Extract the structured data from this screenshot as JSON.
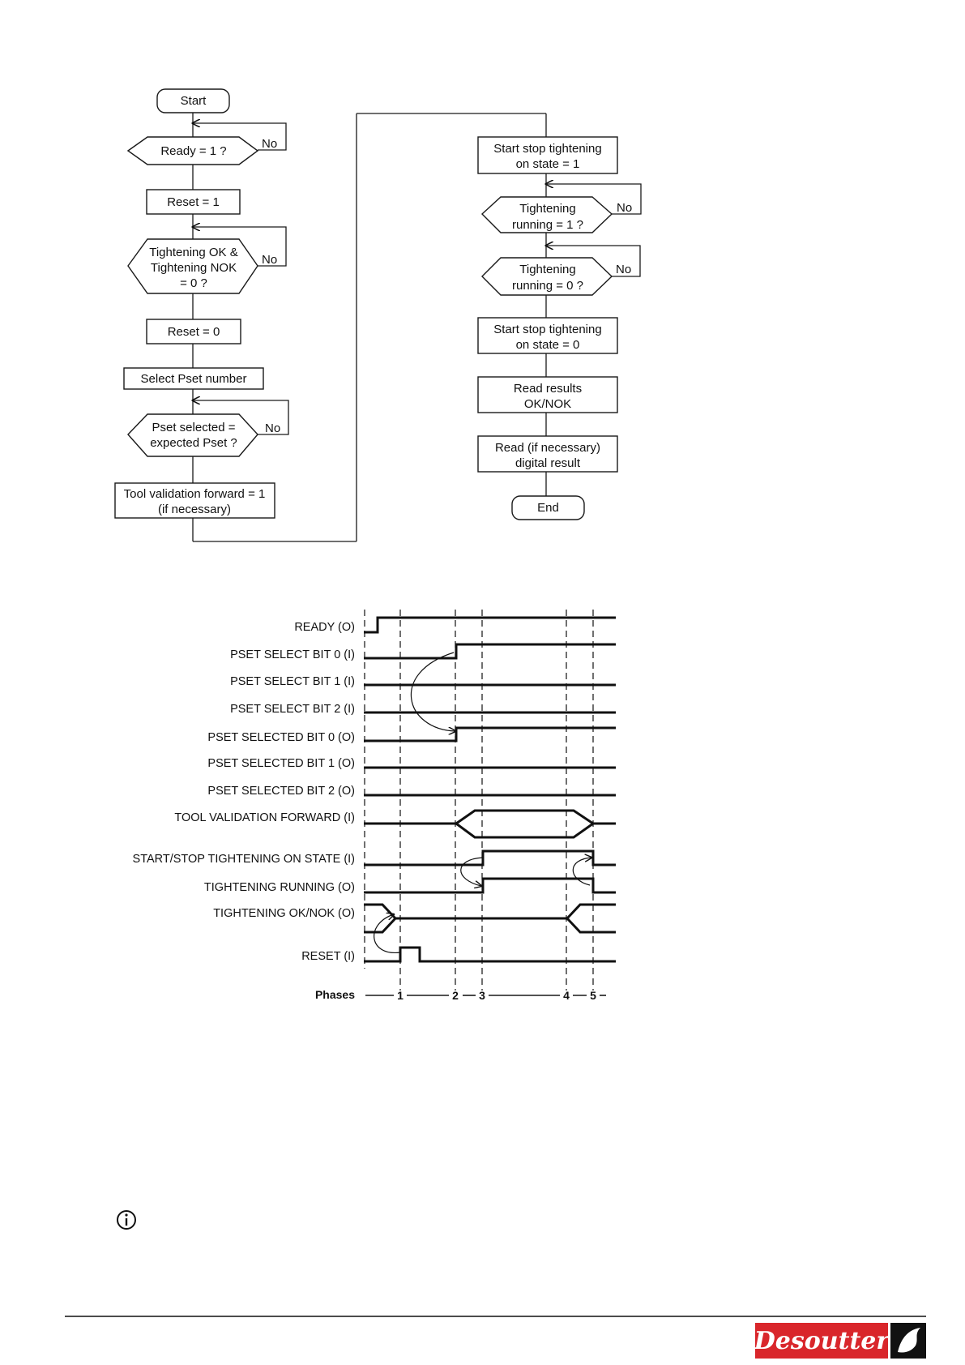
{
  "flowchart": {
    "left": {
      "start": "Start",
      "ready_q": "Ready = 1 ?",
      "reset1": "Reset = 1",
      "tight_q": [
        "Tightening OK &",
        "Tightening NOK",
        "= 0 ?"
      ],
      "reset0": "Reset = 0",
      "select_pset": "Select Pset number",
      "pset_q": [
        "Pset selected =",
        "expected Pset ?"
      ],
      "tool_valid": [
        "Tool validation forward = 1",
        "(if necessary)"
      ]
    },
    "right": {
      "startstop1": [
        "Start stop tightening",
        "on state = 1"
      ],
      "running1_q": [
        "Tightening",
        "running = 1 ?"
      ],
      "running0_q": [
        "Tightening",
        "running = 0 ?"
      ],
      "startstop0": [
        "Start stop tightening",
        "on state = 0"
      ],
      "read_results": [
        "Read results",
        "OK/NOK"
      ],
      "read_digital": [
        "Read (if necessary)",
        "digital result"
      ],
      "end": "End"
    },
    "no_label": "No"
  },
  "timing": {
    "signals": [
      "READY (O)",
      "PSET SELECT BIT 0 (I)",
      "PSET SELECT BIT 1 (I)",
      "PSET SELECT BIT 2 (I)",
      "PSET SELECTED BIT 0 (O)",
      "PSET SELECTED BIT 1 (O)",
      "PSET SELECTED BIT 2 (O)",
      "TOOL VALIDATION FORWARD (I)",
      "START/STOP TIGHTENING ON STATE (I)",
      "TIGHTENING RUNNING (O)",
      "TIGHTENING OK/NOK (O)",
      "RESET (I)"
    ],
    "phases_label": "Phases",
    "phases": [
      "1",
      "2",
      "3",
      "4",
      "5"
    ]
  },
  "info_icon": "info-icon",
  "logo": "Desoutter",
  "colors": {
    "logo_red": "#d9262b",
    "ink": "#111111"
  }
}
